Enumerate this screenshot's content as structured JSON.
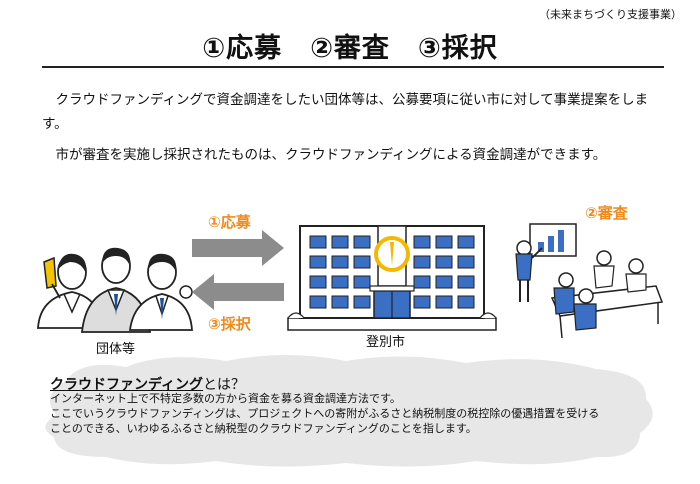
{
  "header": {
    "subtitle": "（未来まちづくり支援事業）",
    "title": "①応募　②審査　③採択"
  },
  "intro": {
    "paragraph1": "クラウドファンディングで資金調達をしたい団体等は、公募要項に従い市に対して事業提案をします。",
    "paragraph2": "市が審査を実施し採択されたものは、クラウドファンディングによる資金調達ができます。"
  },
  "diagram": {
    "apply_label": "①応募",
    "review_label": "②審査",
    "adopt_label": "③採択",
    "group_caption": "団体等",
    "city_caption": "登別市",
    "accent_color": "#F08A1C",
    "arrow_color": "#8C8C8C"
  },
  "crowdfunding_box": {
    "term": "クラウドファンディング",
    "term_suffix": "とは？",
    "line1": "インターネット上で不特定多数の方から資金を募る資金調達方法です。",
    "line2": "ここでいうクラウドファンディングは、プロジェクトへの寄附がふるさと納税制度の税控除の優遇措置を受ける",
    "line3": "ことのできる、いわゆるふるさと納税型のクラウドファンディングのことを指します。"
  }
}
